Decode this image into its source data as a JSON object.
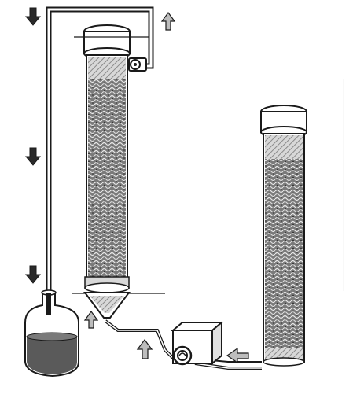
{
  "colors": {
    "stroke": "#1a1a1a",
    "background": "#ffffff",
    "packing": "#6a6a6a",
    "hatch": "#8a8a8a",
    "liquid": "#5a5a5a",
    "arrow_fill": "#bdbdbd"
  },
  "diagram": {
    "columns": [
      {
        "name": "column-left",
        "role": "packed-column"
      },
      {
        "name": "column-right",
        "role": "packed-column"
      }
    ],
    "flow_arrows": [
      {
        "name": "arrow-down-top",
        "direction": "down",
        "fill": "dark"
      },
      {
        "name": "arrow-down-middle",
        "direction": "down",
        "fill": "dark"
      },
      {
        "name": "arrow-down-bottom",
        "direction": "down",
        "fill": "dark"
      },
      {
        "name": "arrow-up-outlet",
        "direction": "up",
        "fill": "light"
      },
      {
        "name": "arrow-up-column-inlet",
        "direction": "up",
        "fill": "light"
      },
      {
        "name": "arrow-up-pump",
        "direction": "up",
        "fill": "light"
      },
      {
        "name": "arrow-left-pump-feed",
        "direction": "left",
        "fill": "light"
      }
    ],
    "components": [
      "reservoir-flask",
      "peristaltic-pump",
      "outlet-valve",
      "tubing"
    ]
  }
}
